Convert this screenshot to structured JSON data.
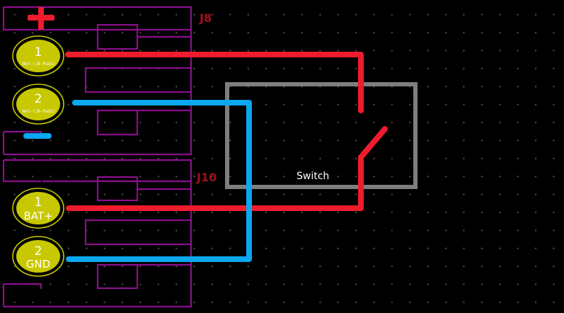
{
  "colors": {
    "background": "#000000",
    "silkscreen": "#8a0e8c",
    "reference": "#a0101a",
    "trace_positive": "#ee1c2c",
    "trace_negative": "#0aa8f0",
    "pad_fill": "#c8c800",
    "pad_text": "#ffffff",
    "switch_outline": "#8c8c8c",
    "switch_label": "#ffffff"
  },
  "connectors": [
    {
      "reference": "J8",
      "pads": [
        {
          "number": "1",
          "net": "Net-(J8-Pad1)"
        },
        {
          "number": "2",
          "net": "Net-(J8-Pad2)"
        }
      ]
    },
    {
      "reference": "J10",
      "pads": [
        {
          "number": "1",
          "net": "BAT+"
        },
        {
          "number": "2",
          "net": "GND"
        }
      ]
    }
  ],
  "switch": {
    "label": "Switch"
  },
  "marks": {
    "plus": "positive-polarity-mark",
    "minus": "negative-polarity-mark"
  }
}
